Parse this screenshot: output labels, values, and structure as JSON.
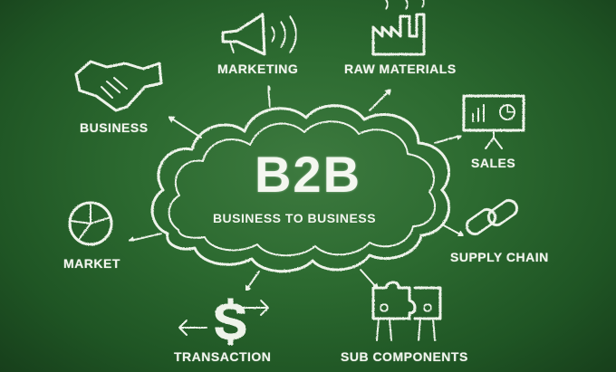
{
  "diagram": {
    "title": "B2B",
    "subtitle": "BUSINESS TO BUSINESS",
    "nodes": {
      "marketing": {
        "label": "MARKETING",
        "icon": "megaphone-icon"
      },
      "raw_materials": {
        "label": "RAW MATERIALS",
        "icon": "factory-icon"
      },
      "business": {
        "label": "BUSINESS",
        "icon": "handshake-icon"
      },
      "sales": {
        "label": "SALES",
        "icon": "presentation-board-icon"
      },
      "market": {
        "label": "MARKET",
        "icon": "pie-chart-icon"
      },
      "supply_chain": {
        "label": "SUPPLY CHAIN",
        "icon": "chain-link-icon"
      },
      "transaction": {
        "label": "TRANSACTION",
        "icon": "dollar-exchange-icon"
      },
      "sub_components": {
        "label": "SUB COMPONENTS",
        "icon": "puzzle-people-icon"
      }
    },
    "colors": {
      "board": "#2c6a30",
      "chalk": "#eef3ea"
    }
  }
}
